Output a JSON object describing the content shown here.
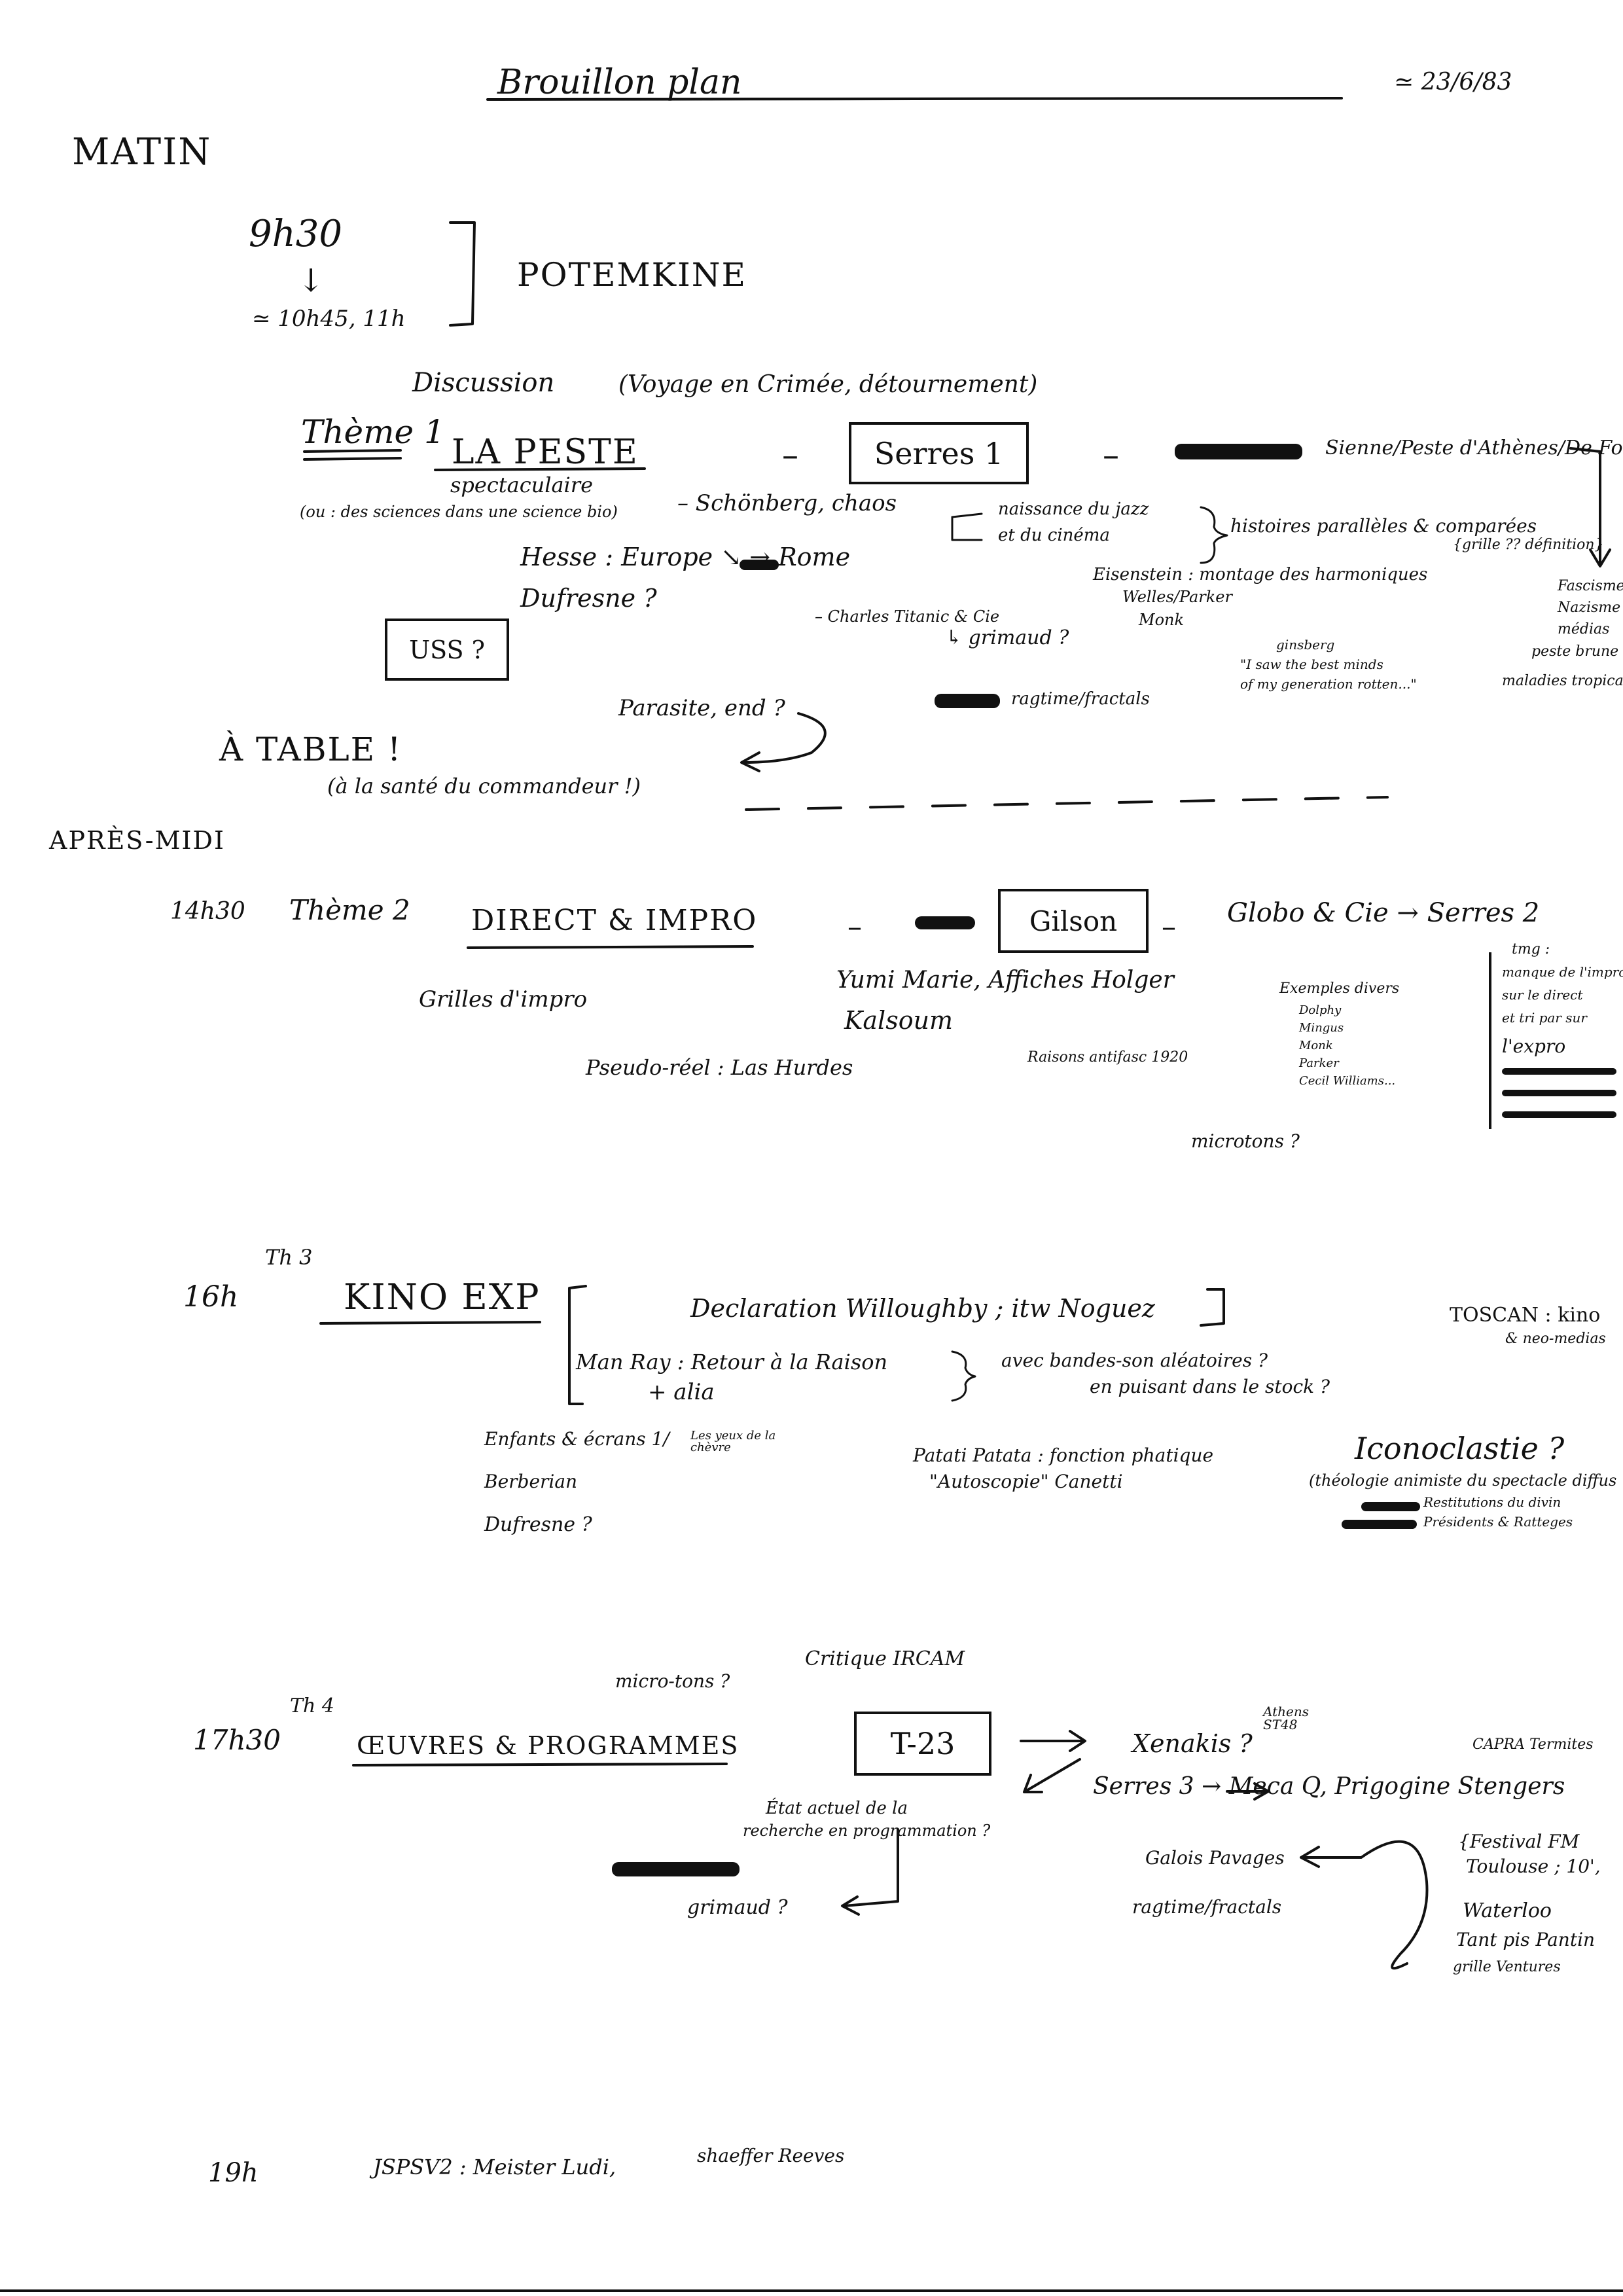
{
  "header": {
    "title": "Brouillon plan",
    "date": "≃ 23/6/83"
  },
  "morning": {
    "label": "MATIN",
    "time_start": "9h30",
    "arrow": "↓",
    "time_end": "≃ 10h45, 11h",
    "potemkine": "POTEMKINE",
    "discussion": "Discussion",
    "discussion_note": "(Voyage en Crimée, détournement)",
    "theme_label": "Thème 1",
    "theme_title": "LA PESTE",
    "theme_sub": "spectaculaire",
    "theme_note": "(ou : des sciences dans une science bio)",
    "dash1": "–",
    "serres": "Serres 1",
    "dash2": "–",
    "sienne": "Sienne/Peste d'Athènes/De Foe",
    "schonberg": "– Schönberg, chaos",
    "jazz1": "naissance du jazz",
    "jazz2": "et du cinéma",
    "histoires": "histoires parallèles & comparées",
    "grille": "{grille ?? définition}",
    "eisenstein": "Eisenstein : montage des harmoniques",
    "welles": "Welles/Parker",
    "monk": "Monk",
    "hesse": "Hesse : Europe ↘ → Rome",
    "dufresne": "Dufresne ?",
    "charles": "– Charles Titanic & Cie",
    "grimaud": "↳ grimaud ?",
    "ginsberg1": "ginsberg",
    "ginsberg2": "\"I saw the best minds",
    "ginsberg3": "of my generation rotten...\"",
    "right_col": [
      "Fascisme",
      "Nazisme",
      "médias",
      "peste brune",
      "maladies tropicales"
    ],
    "uss": "USS ?",
    "parasite": "Parasite, end ?",
    "ragtime": "ragtime/fractals",
    "a_table": "À TABLE !",
    "sante": "(à la santé du commandeur !)"
  },
  "afternoon": {
    "label": "APRÈS-MIDI",
    "t1_time": "14h30",
    "t1_theme": "Thème 2",
    "t1_title": "DIRECT & IMPRO",
    "gilson": "Gilson",
    "globo": "Globo & Cie → Serres 2",
    "grilles": "Grilles d'impro",
    "yumi": "Yumi Marie, Affiches Holger",
    "kalsoum": "Kalsoum",
    "pseudo": "Pseudo-réel : Las Hurdes",
    "raisons": "Raisons antifasc 1920",
    "exemples": [
      "Exemples divers",
      "Dolphy",
      "Mingus",
      "Monk",
      "Parker",
      "Cecil Williams..."
    ],
    "tmg": [
      "tmg :",
      "manque de l'impro",
      "sur le direct",
      "et tri par sur",
      "l'expro"
    ],
    "microtons": "microtons ?",
    "t2_time": "16h",
    "t2_theme": "Th 3",
    "t2_title": "KINO EXP",
    "declaration": "Declaration Willoughby ; itw Noguez",
    "manray": "Man Ray : Retour à la Raison",
    "alia": "+ alia",
    "bandes": "avec bandes-son aléatoires ?",
    "puisant": "en puisant dans le stock ?",
    "toscan1": "TOSCAN : kino",
    "toscan2": "& neo-medias",
    "enfants": "Enfants & écrans 1/",
    "yeux": "Les yeux de la chèvre",
    "berberian": "Berberian",
    "dufresne2": "Dufresne ?",
    "patati": "Patati Patata : fonction phatique",
    "autoscopie": "\"Autoscopie\" Canetti",
    "iconoclastie": "Iconoclastie ?",
    "theologie1": "(théologie animiste du spectacle diffus",
    "theologie2": "Restitutions du divin",
    "theologie3": "Présidents & Ratteges",
    "critique": "Critique IRCAM",
    "microtons2": "micro-tons ?",
    "t3_theme": "Th 4",
    "t3_time": "17h30",
    "t3_title": "ŒUVRES & PROGRAMMES",
    "t23": "T-23",
    "xenakis": "Xenakis ?",
    "athens": "Athens ST48",
    "capra": "CAPRA Termites",
    "serres3": "Serres 3 → Meca Q, Prigogine Stengers",
    "etat1": "État actuel de la",
    "etat2": "recherche en programmation ?",
    "galois": "Galois Pavages",
    "festival1": "{Festival FM",
    "festival2": "Toulouse ; 10',",
    "grimaud2": "grimaud ?",
    "ragtime2": "ragtime/fractals",
    "waterloo": "Waterloo",
    "tant_pis": "Tant pis Pantin",
    "grille_v": "grille Ventures"
  },
  "evening": {
    "time": "19h",
    "line": "JSPSV2 : Meister Ludi,",
    "shaeffer": "shaeffer Reeves"
  }
}
